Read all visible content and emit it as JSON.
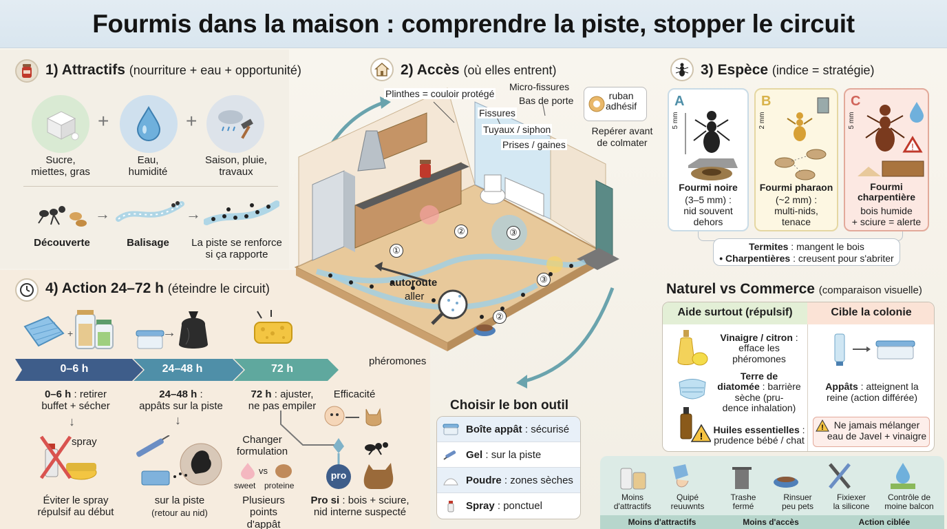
{
  "title": "Fourmis dans la maison : comprendre la piste, stopper le circuit",
  "s1": {
    "num": "1) Attractifs",
    "sub": "(nourriture + eau + opportunité)",
    "items": [
      "Sucre,\nmiettes, gras",
      "Eau,\nhumidité",
      "Saison, pluie,\ntravaux"
    ],
    "plus": "+",
    "steps": [
      "Découverte",
      "Balisage",
      "La piste se renforce\nsi ça rapporte"
    ]
  },
  "s2": {
    "num": "2) Accès",
    "sub": "(où elles entrent)",
    "labels": {
      "plinthes": "Plinthes = couloir protégé",
      "micro": "Micro-fissures",
      "bas": "Bas de porte",
      "fissures": "Fissures",
      "tuyaux": "Tuyaux / siphon",
      "prises": "Prises / gaines",
      "ruban": "ruban\nadhésif",
      "reperer": "Repérer avant\nde colmater",
      "autoroute": "autoroute",
      "aller": "aller",
      "pheromones": "phéromones"
    },
    "markers": [
      "①",
      "②",
      "③",
      "②",
      "③"
    ]
  },
  "s3": {
    "num": "3) Espèce",
    "sub": "(indice = stratégie)",
    "cards": [
      {
        "letter": "A",
        "size": "5 mm",
        "name": "Fourmi noire",
        "desc": "(3–5 mm) :\nnid souvent\ndehors"
      },
      {
        "letter": "B",
        "size": "2 mm",
        "name": "Fourmi pharaon",
        "desc": "(~2 mm) :\nmulti-nids,\ntenace"
      },
      {
        "letter": "C",
        "size": "5 mm",
        "name": "Fourmi\ncharpentière",
        "desc": "bois humide\n+ sciure = alerte"
      }
    ],
    "note1b": "Termites",
    "note1": " : mangent le bois",
    "note2b": "• Charpentières",
    "note2": " : creusent pour s'abriter"
  },
  "s4": {
    "num": "4) Action 24–72 h",
    "sub": "(éteindre le circuit)",
    "timeline": [
      "0–6 h",
      "24–48 h",
      "72 h"
    ],
    "steps": [
      {
        "b": "0–6 h",
        "t": " : retirer\nbuffet + sécher"
      },
      {
        "b": "24–48 h",
        "t": " :\nappâts sur la piste"
      },
      {
        "b": "72 h",
        "t": " : ajuster,\nne pas empiler"
      }
    ],
    "spray": "spray",
    "avoid": "Éviter le spray\nrépulsif au début",
    "piste": "sur la piste",
    "retour": "(retour au nid)",
    "changer": "Changer\nformulation",
    "vs": "vs",
    "sweet": "sweet",
    "proteine": "proteine",
    "plusieurs": "Plusieurs\npoints d'appât",
    "efficacite": "Efficacité",
    "pro": "pro",
    "prob": "Pro si",
    "prot": " : bois + sciure,\nnid interne suspecté"
  },
  "tools": {
    "title": "Choisir le bon outil",
    "rows": [
      {
        "b": "Boîte appât",
        "t": " : sécurisé"
      },
      {
        "b": "Gel",
        "t": " : sur la piste"
      },
      {
        "b": "Poudre",
        "t": " : zones sèches"
      },
      {
        "b": "Spray",
        "t": " : ponctuel"
      }
    ]
  },
  "nat": {
    "title": "Naturel vs Commerce",
    "sub": "(comparaison visuelle)",
    "left": "Aide surtout (répulsif)",
    "right": "Cible la colonie",
    "items": [
      {
        "b": "Vinaigre / citron",
        "t": " :\nefface les\nphéromones"
      },
      {
        "b": "Terre de\ndiatomée",
        "t": " : barrière\nsèche (pru-\ndence inhalation)"
      },
      {
        "b": "Huiles essentielles",
        "t": " :\nprudence bébé / chat"
      }
    ],
    "appb": "Appâts",
    "appt": " : atteignent la\nreine (action différée)",
    "warn": "Ne jamais mélanger\neau de Javel + vinaigre"
  },
  "footer": {
    "cells": [
      "Moins\nd'attractifs",
      "Quipé\nreuuwnts",
      "Trashe\nfermé",
      "Rinsuer\npeu pets",
      "Fixiexer\nla silicone",
      "Contrôle de\nmoine balcon"
    ],
    "groups": [
      "Moins d'attractifs",
      "Moins d'accès",
      "Action ciblée"
    ]
  },
  "colors": {
    "teal": "#4f8f9a",
    "navy": "#2f4a6e",
    "red": "#c0392b",
    "green": "#e7f2dc",
    "peach": "#fbe3d6"
  }
}
